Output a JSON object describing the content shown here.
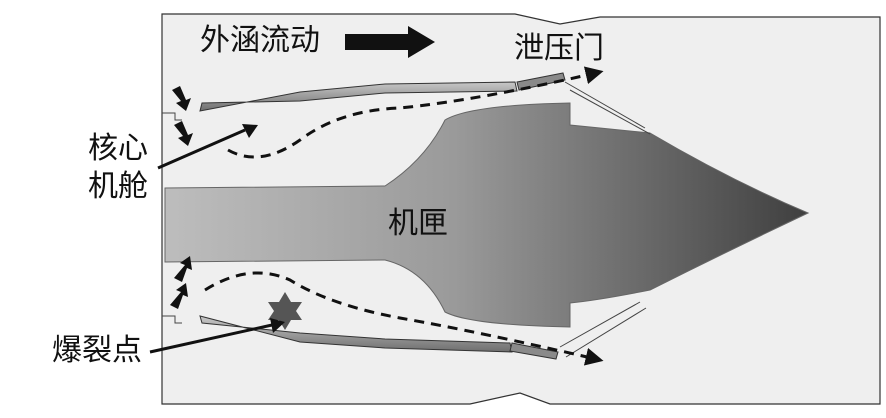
{
  "labels": {
    "bypass_flow": "外涵流动",
    "relief_door": "泄压门",
    "core_nacelle_line1": "核心",
    "core_nacelle_line2": "机舱",
    "casing": "机匣",
    "burst_point": "爆裂点"
  },
  "icons": {
    "flow_arrow": "block-arrow-right",
    "burst_marker": "six-point-star"
  },
  "colors": {
    "panel_fill": "#efefef",
    "panel_stroke": "#333333",
    "casing_light": "#a9a9a9",
    "casing_dark": "#4a4a4a",
    "wall_fill": "#8c8c8c",
    "burst_star": "#555555",
    "text": "#111111"
  }
}
